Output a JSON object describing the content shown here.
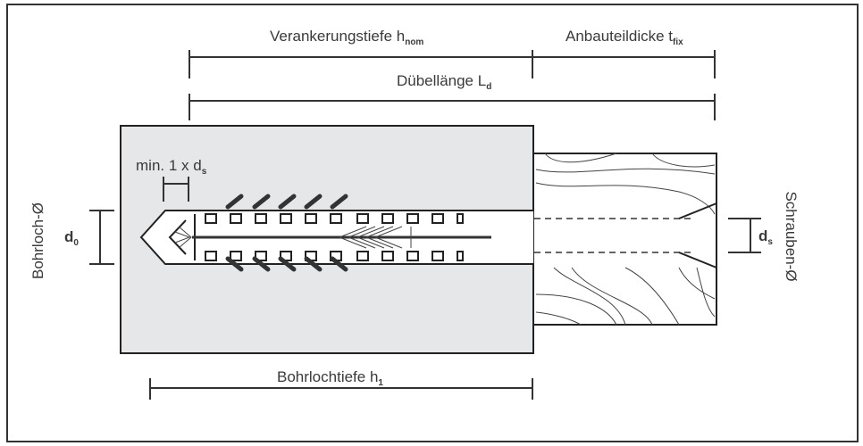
{
  "labels": {
    "anchoring_depth": "Verankerungstiefe h",
    "anchoring_depth_sub": "nom",
    "fixture_thickness": "Anbauteildicke t",
    "fixture_thickness_sub": "fix",
    "plug_length": "Dübellänge L",
    "plug_length_sub": "d",
    "min_edge": "min. 1 x d",
    "min_edge_sub": "s",
    "drill_diameter_symbol": "d",
    "drill_diameter_sub": "0",
    "drill_hole_diameter": "Bohrloch-Ø",
    "screw_diameter_symbol": "d",
    "screw_diameter_sub": "s",
    "screw_diameter": "Schrauben-Ø",
    "drill_hole_depth": "Bohrlochtiefe h",
    "drill_hole_depth_sub": "1"
  },
  "colors": {
    "concrete": "#e6e7e9",
    "border": "#333333",
    "text": "#3a3a3a"
  }
}
